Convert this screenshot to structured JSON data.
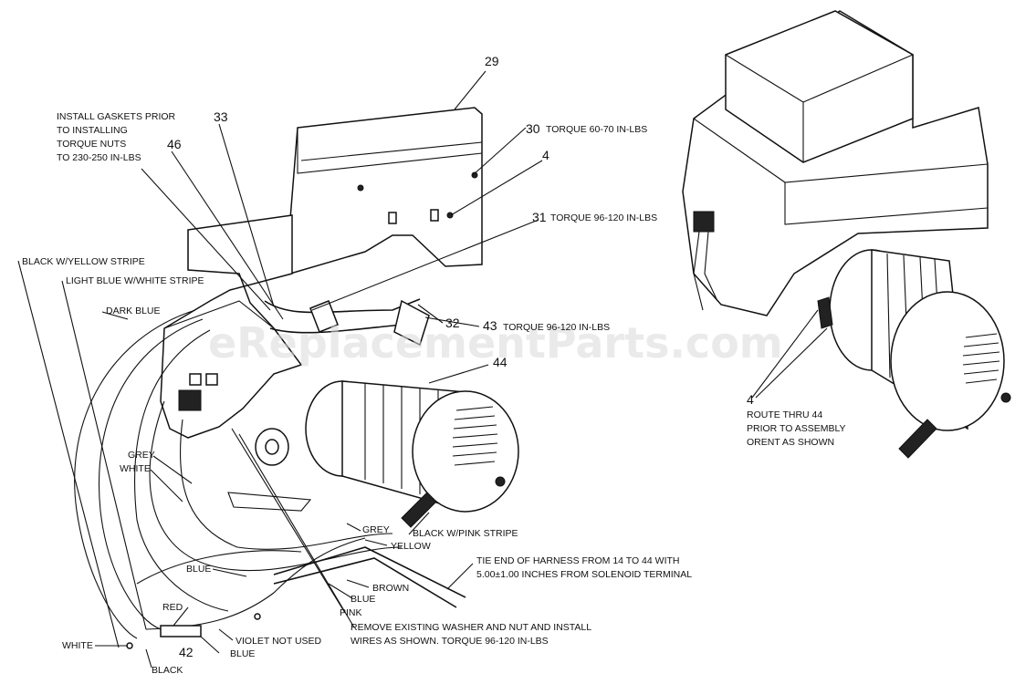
{
  "watermark": "eReplacementParts.com",
  "callouts": {
    "c29": "29",
    "c30": "30",
    "c4_top": "4",
    "c31": "31",
    "c33": "33",
    "c46": "46",
    "c32": "32",
    "c43": "43",
    "c44": "44",
    "c42": "42",
    "c4_right": "4"
  },
  "notes": {
    "install_gaskets": [
      "INSTALL GASKETS PRIOR",
      "TO INSTALLING",
      "TORQUE NUTS",
      "TO 230-250 IN-LBS"
    ],
    "torque_30": "TORQUE 60-70 IN-LBS",
    "torque_31": "TORQUE 96-120 IN-LBS",
    "torque_43": "TORQUE 96-120 IN-LBS",
    "route_thru": [
      "ROUTE THRU 44",
      "PRIOR TO ASSEMBLY",
      "ORENT AS SHOWN"
    ],
    "tie_end": [
      "TIE END OF HARNESS FROM 14 TO 44  WITH",
      "5.00±1.00 INCHES FROM SOLENOID TERMINAL"
    ],
    "remove_washer": [
      "REMOVE EXISTING WASHER AND NUT AND INSTALL",
      "WIRES AS SHOWN. TORQUE 96-120 IN-LBS"
    ]
  },
  "wires": {
    "black_yellow": "BLACK W/YELLOW STRIPE",
    "light_blue_white": "LIGHT BLUE W/WHITE STRIPE",
    "dark_blue": "DARK BLUE",
    "grey_left": "GREY",
    "white_left": "WHITE",
    "black_pink": "BLACK W/PINK STRIPE",
    "grey_right": "GREY",
    "yellow": "YELLOW",
    "blue_mid": "BLUE",
    "brown": "BROWN",
    "blue_lower": "BLUE",
    "pink": "PINK",
    "red": "RED",
    "white_bottom": "WHITE",
    "violet": "VIOLET NOT USED",
    "blue_bottom": "BLUE",
    "black_bottom": "BLACK"
  }
}
